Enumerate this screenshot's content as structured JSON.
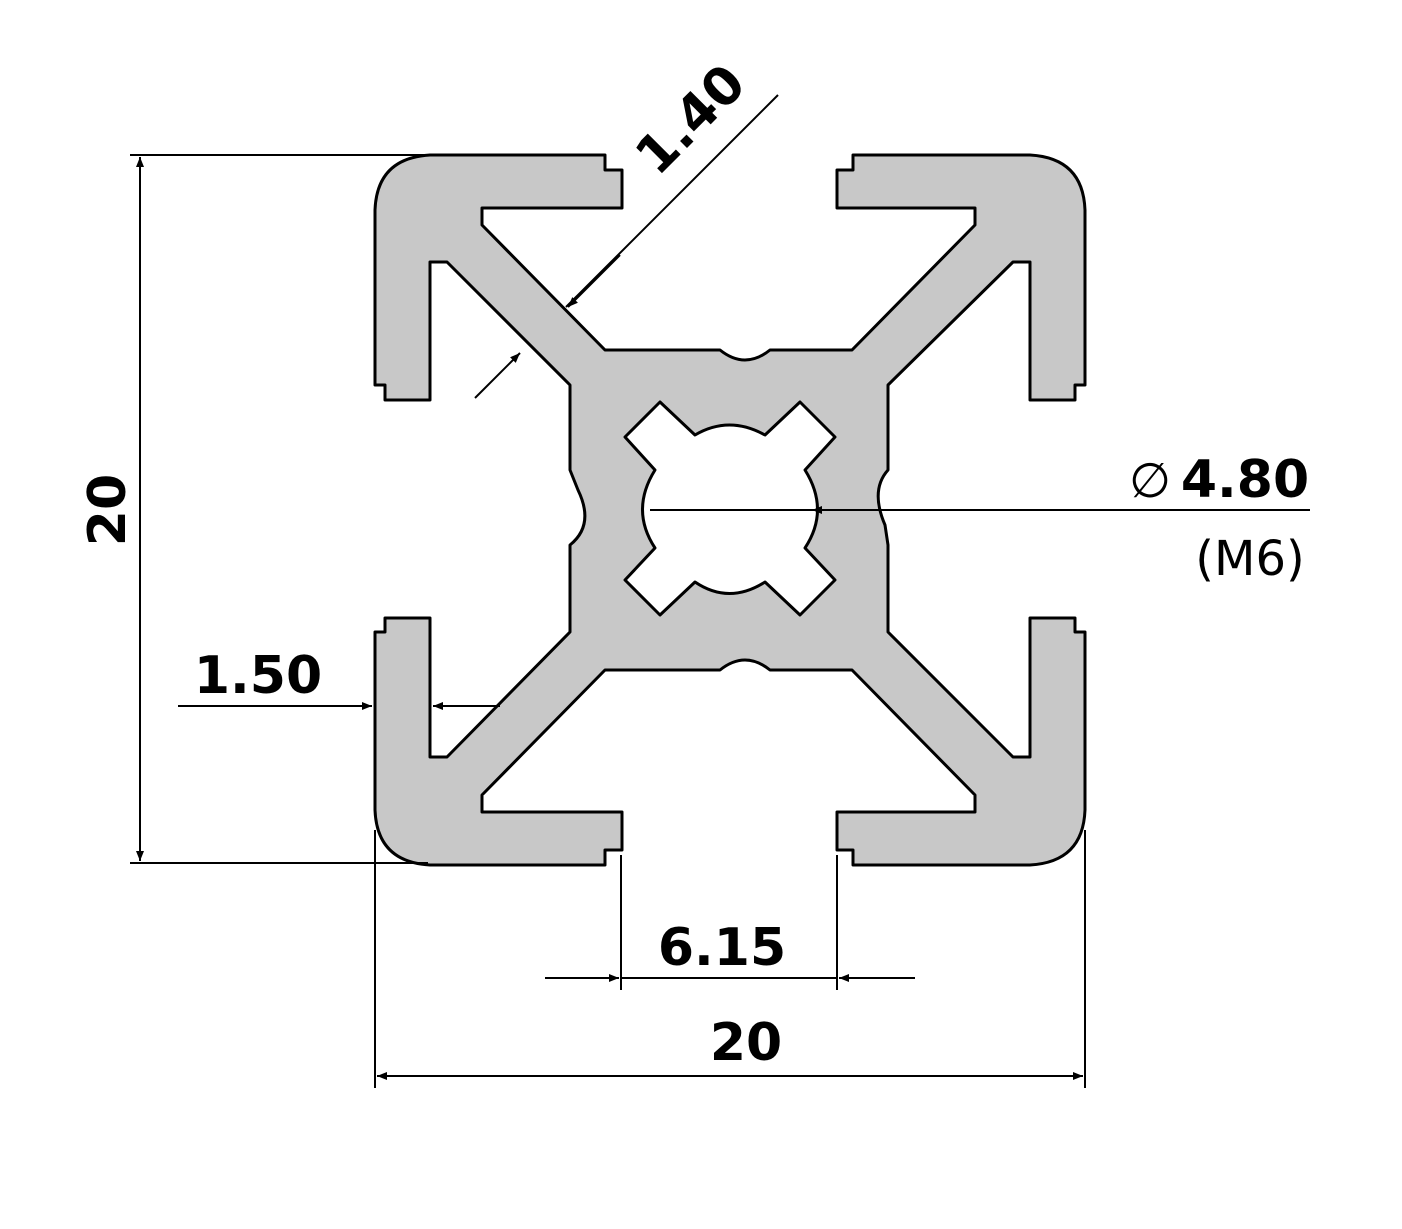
{
  "dimensions": {
    "height": "20",
    "width": "20",
    "slot_width": "6.15",
    "wall_thickness": "1.50",
    "web_thickness": "1.40",
    "bore_diameter": "4.80",
    "bore_diameter_symbol": "∅",
    "bore_thread": "(M6)"
  },
  "colors": {
    "profile_fill": "#c8c8c8",
    "outline": "#000000",
    "background": "#ffffff"
  }
}
